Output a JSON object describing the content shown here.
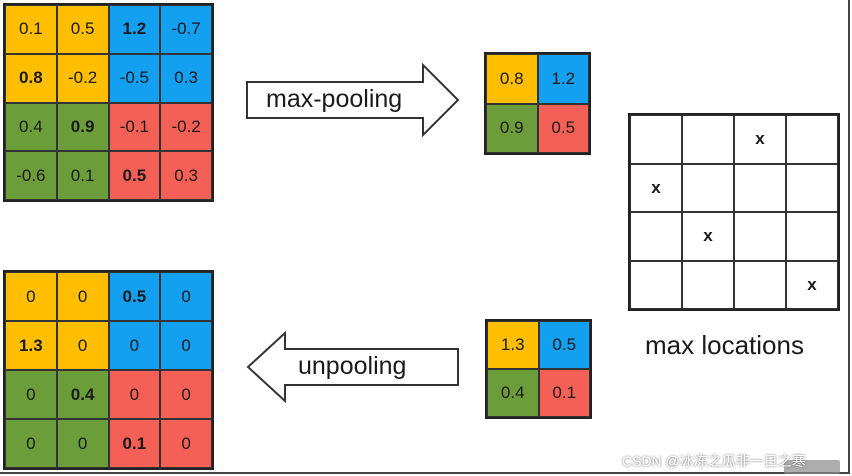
{
  "colors": {
    "yellow": "#ffbf00",
    "blue": "#14a0f0",
    "green": "#6b9e3a",
    "red": "#f56056"
  },
  "input_grid": [
    [
      {
        "v": "0.1",
        "c": "yellow",
        "b": false
      },
      {
        "v": "0.5",
        "c": "yellow",
        "b": false
      },
      {
        "v": "1.2",
        "c": "blue",
        "b": true
      },
      {
        "v": "-0.7",
        "c": "blue",
        "b": false
      }
    ],
    [
      {
        "v": "0.8",
        "c": "yellow",
        "b": true
      },
      {
        "v": "-0.2",
        "c": "yellow",
        "b": false
      },
      {
        "v": "-0.5",
        "c": "blue",
        "b": false
      },
      {
        "v": "0.3",
        "c": "blue",
        "b": false
      }
    ],
    [
      {
        "v": "0.4",
        "c": "green",
        "b": false
      },
      {
        "v": "0.9",
        "c": "green",
        "b": true
      },
      {
        "v": "-0.1",
        "c": "red",
        "b": false
      },
      {
        "v": "-0.2",
        "c": "red",
        "b": false
      }
    ],
    [
      {
        "v": "-0.6",
        "c": "green",
        "b": false
      },
      {
        "v": "0.1",
        "c": "green",
        "b": false
      },
      {
        "v": "0.5",
        "c": "red",
        "b": true
      },
      {
        "v": "0.3",
        "c": "red",
        "b": false
      }
    ]
  ],
  "pooled_grid": [
    [
      {
        "v": "0.8",
        "c": "yellow",
        "b": false
      },
      {
        "v": "1.2",
        "c": "blue",
        "b": false
      }
    ],
    [
      {
        "v": "0.9",
        "c": "green",
        "b": false
      },
      {
        "v": "0.5",
        "c": "red",
        "b": false
      }
    ]
  ],
  "max_locations_grid": [
    [
      "",
      "",
      "x",
      ""
    ],
    [
      "x",
      "",
      "",
      ""
    ],
    [
      "",
      "x",
      "",
      ""
    ],
    [
      "",
      "",
      "",
      "x"
    ]
  ],
  "unpool_input_grid": [
    [
      {
        "v": "1.3",
        "c": "yellow",
        "b": false
      },
      {
        "v": "0.5",
        "c": "blue",
        "b": false
      }
    ],
    [
      {
        "v": "0.4",
        "c": "green",
        "b": false
      },
      {
        "v": "0.1",
        "c": "red",
        "b": false
      }
    ]
  ],
  "output_grid": [
    [
      {
        "v": "0",
        "c": "yellow",
        "b": false
      },
      {
        "v": "0",
        "c": "yellow",
        "b": false
      },
      {
        "v": "0.5",
        "c": "blue",
        "b": true
      },
      {
        "v": "0",
        "c": "blue",
        "b": false
      }
    ],
    [
      {
        "v": "1.3",
        "c": "yellow",
        "b": true
      },
      {
        "v": "0",
        "c": "yellow",
        "b": false
      },
      {
        "v": "0",
        "c": "blue",
        "b": false
      },
      {
        "v": "0",
        "c": "blue",
        "b": false
      }
    ],
    [
      {
        "v": "0",
        "c": "green",
        "b": false
      },
      {
        "v": "0.4",
        "c": "green",
        "b": true
      },
      {
        "v": "0",
        "c": "red",
        "b": false
      },
      {
        "v": "0",
        "c": "red",
        "b": false
      }
    ],
    [
      {
        "v": "0",
        "c": "green",
        "b": false
      },
      {
        "v": "0",
        "c": "green",
        "b": false
      },
      {
        "v": "0.1",
        "c": "red",
        "b": true
      },
      {
        "v": "0",
        "c": "red",
        "b": false
      }
    ]
  ],
  "labels": {
    "max_pooling": "max-pooling",
    "unpooling": "unpooling",
    "max_locations": "max locations",
    "watermark": "CSDN @冰冻之瓜非一日之寒"
  }
}
